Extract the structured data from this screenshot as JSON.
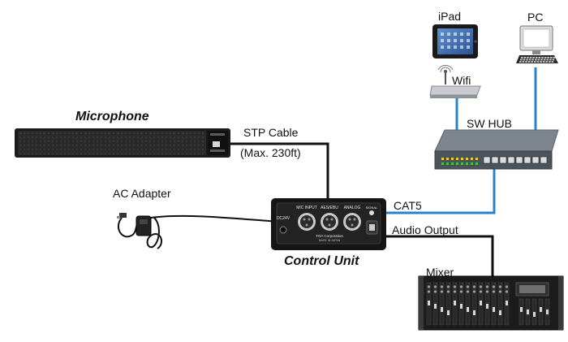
{
  "diagram": {
    "nodes": {
      "microphone": {
        "label": "Microphone"
      },
      "control_unit": {
        "label": "Control Unit",
        "panel": {
          "mic_input": "MIC INPUT",
          "aes_ebu": "AES/EBU",
          "analog": "ANALOG",
          "signal": "SIGNAL",
          "dc_in": "DC24V",
          "maker": "TOA Corporation",
          "origin": "MADE IN JAPAN"
        }
      },
      "ac_adapter": {
        "label": "AC Adapter"
      },
      "ipad": {
        "label": "iPad"
      },
      "pc": {
        "label": "PC"
      },
      "wifi": {
        "label": "Wifi"
      },
      "sw_hub": {
        "label": "SW HUB"
      },
      "mixer": {
        "label": "Mixer"
      }
    },
    "connections": {
      "stp": {
        "label": "STP Cable",
        "sublabel": "(Max. 230ft)",
        "color": "#111111"
      },
      "cat5": {
        "label": "CAT5",
        "color": "#2a82c9"
      },
      "audio": {
        "label": "Audio Output",
        "color": "#111111"
      }
    },
    "colors": {
      "network_link": "#2a82c9",
      "audio_link": "#111111",
      "device_dark": "#1d1d1d",
      "device_silver": "#c8ccd0"
    }
  }
}
